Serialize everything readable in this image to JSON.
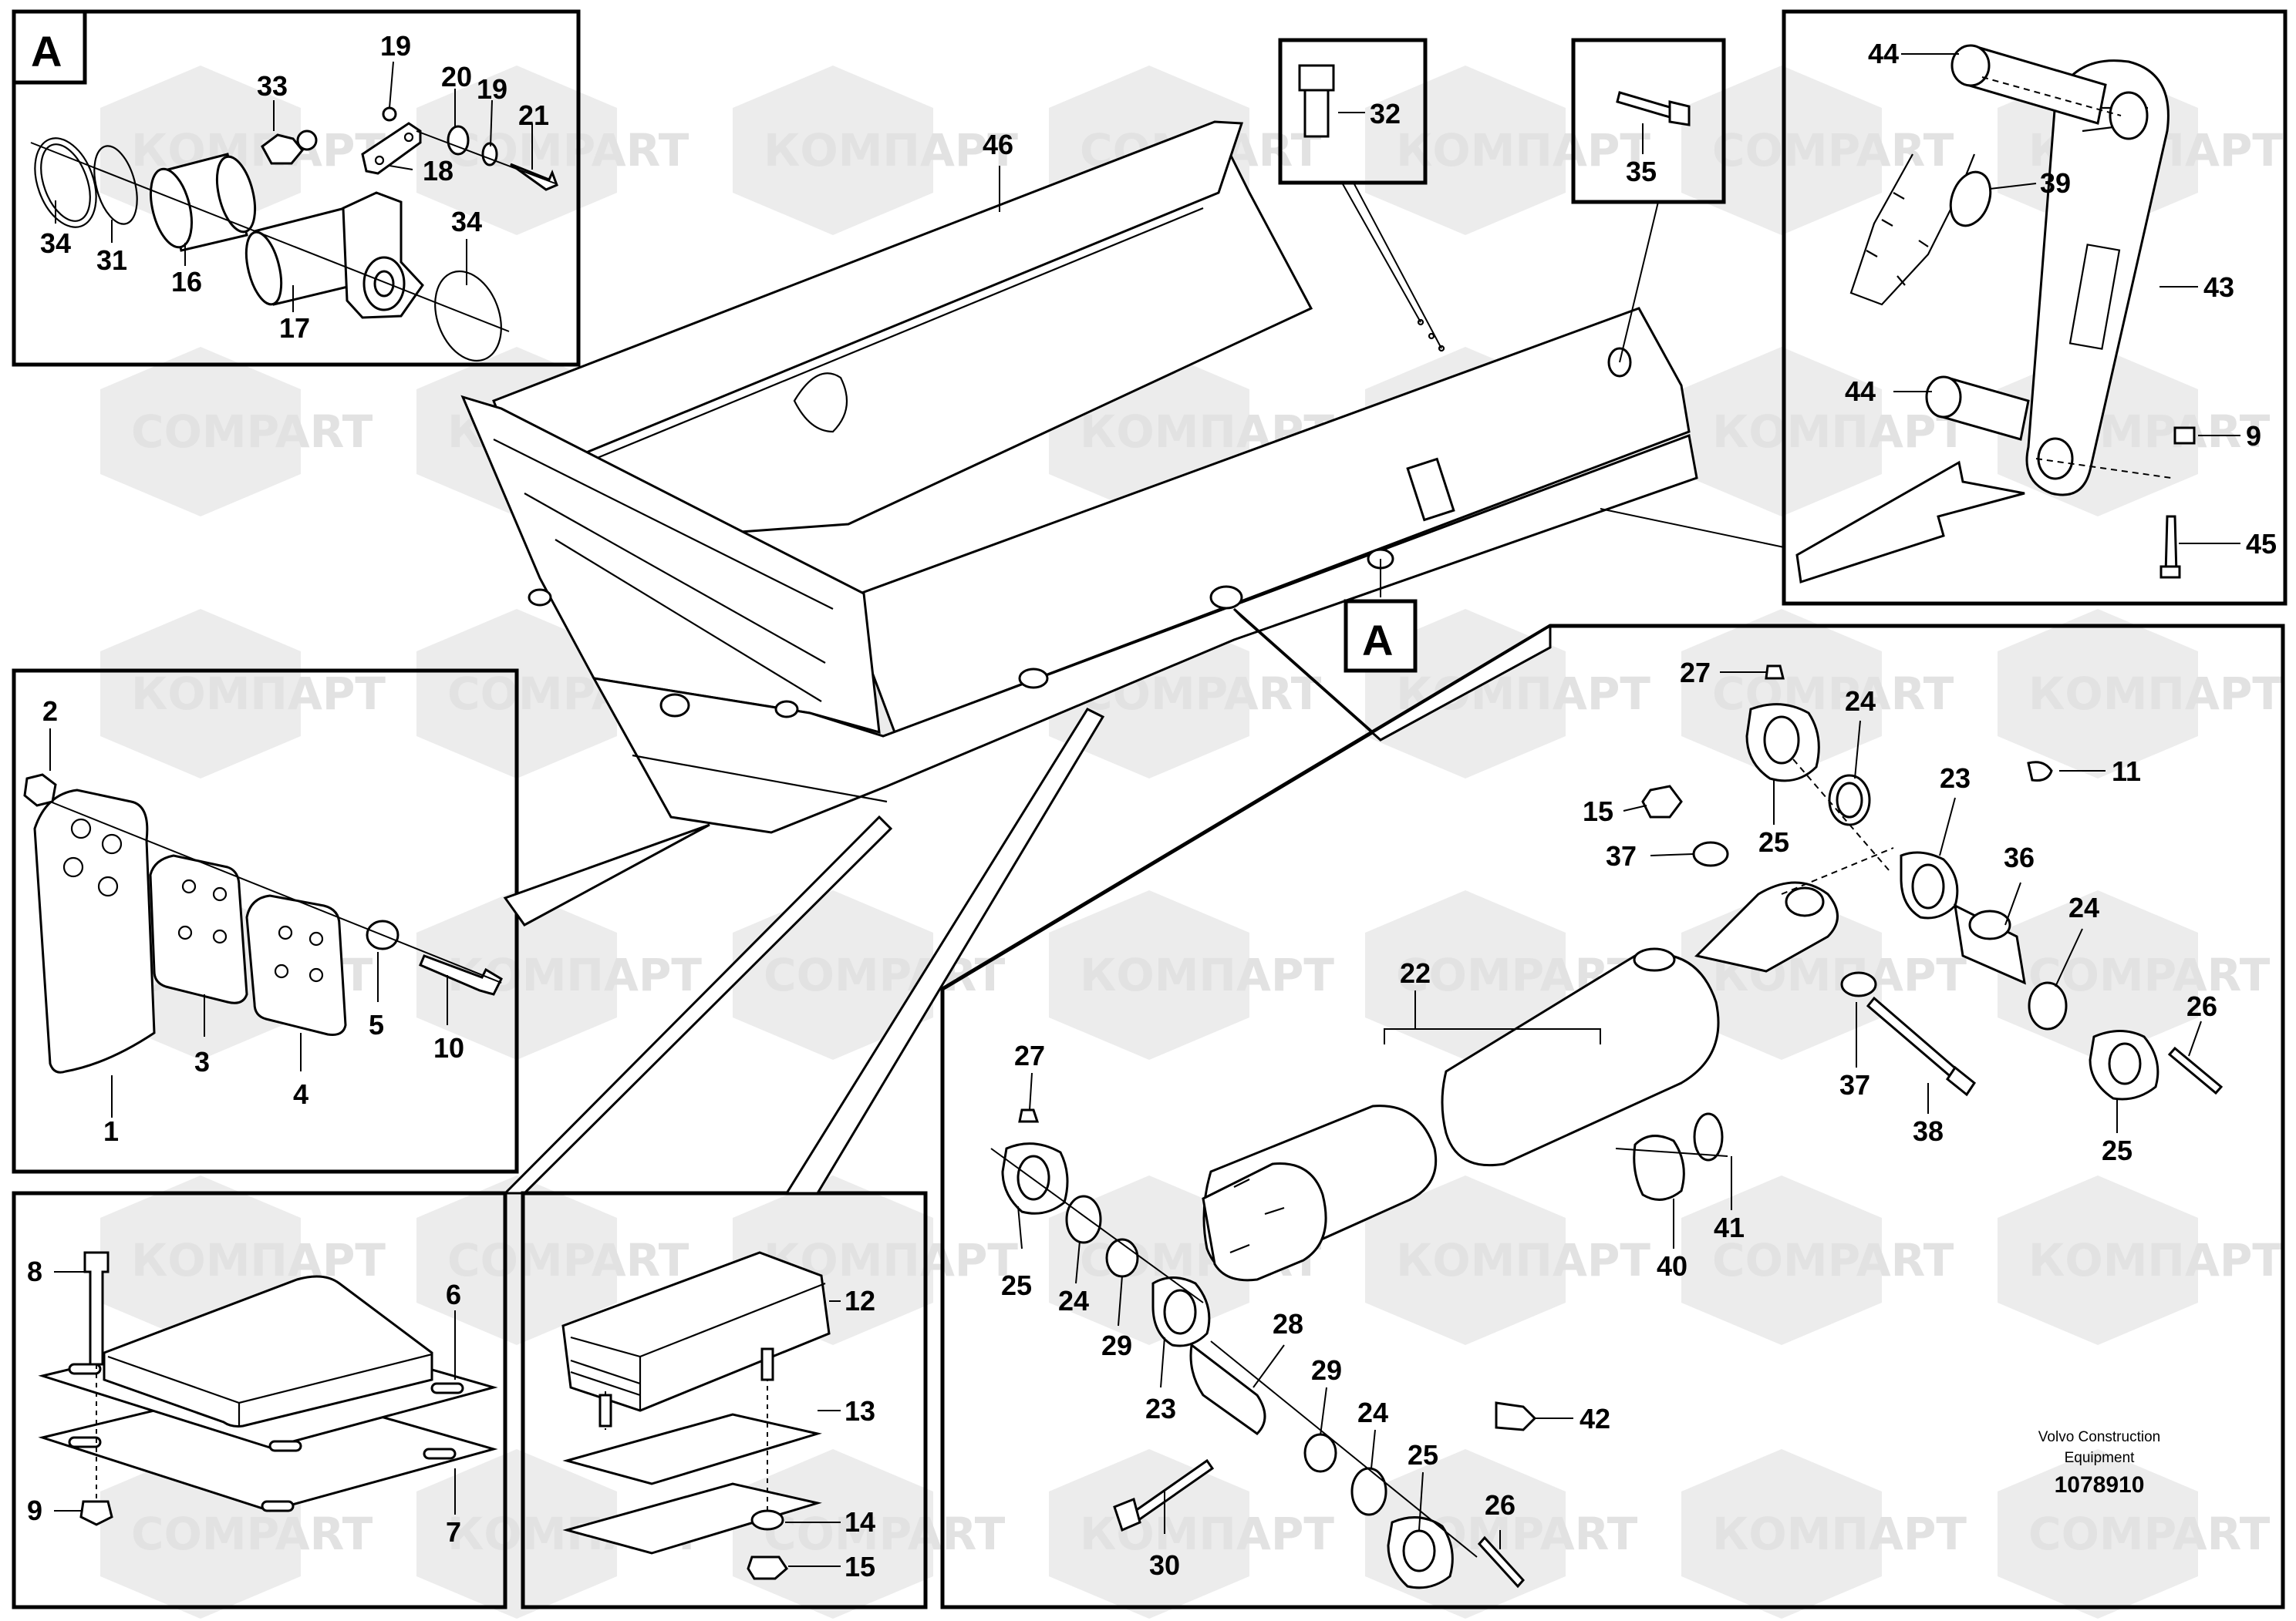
{
  "watermark": {
    "primary": "COMPART",
    "alt": "КОМПАРТ"
  },
  "insets": {
    "A": {
      "marker": "A",
      "labels": [
        "19",
        "33",
        "20",
        "19",
        "21",
        "18",
        "34",
        "31",
        "16",
        "17",
        "34"
      ]
    },
    "pad": {
      "labels": [
        "2",
        "1",
        "3",
        "4",
        "5",
        "10"
      ]
    },
    "plate": {
      "labels": [
        "8",
        "6",
        "9",
        "7"
      ]
    },
    "block": {
      "labels": [
        "12",
        "13",
        "14",
        "15"
      ]
    },
    "bolt32": {
      "labels": [
        "32"
      ]
    },
    "bolt35": {
      "labels": [
        "35"
      ]
    },
    "link": {
      "labels": [
        "44",
        "39",
        "43",
        "44",
        "9",
        "45"
      ]
    },
    "cylinder": {
      "labels": [
        "27",
        "24",
        "11",
        "15",
        "25",
        "23",
        "37",
        "36",
        "24",
        "22",
        "26",
        "37",
        "38",
        "25",
        "27",
        "40",
        "41",
        "25",
        "24",
        "29",
        "23",
        "28",
        "29",
        "24",
        "25",
        "42",
        "26",
        "30"
      ]
    }
  },
  "main": {
    "labels": [
      "46"
    ],
    "detail_marker": "A"
  },
  "credit": {
    "line1": "Volvo Construction",
    "line2": "Equipment",
    "number": "1078910"
  }
}
